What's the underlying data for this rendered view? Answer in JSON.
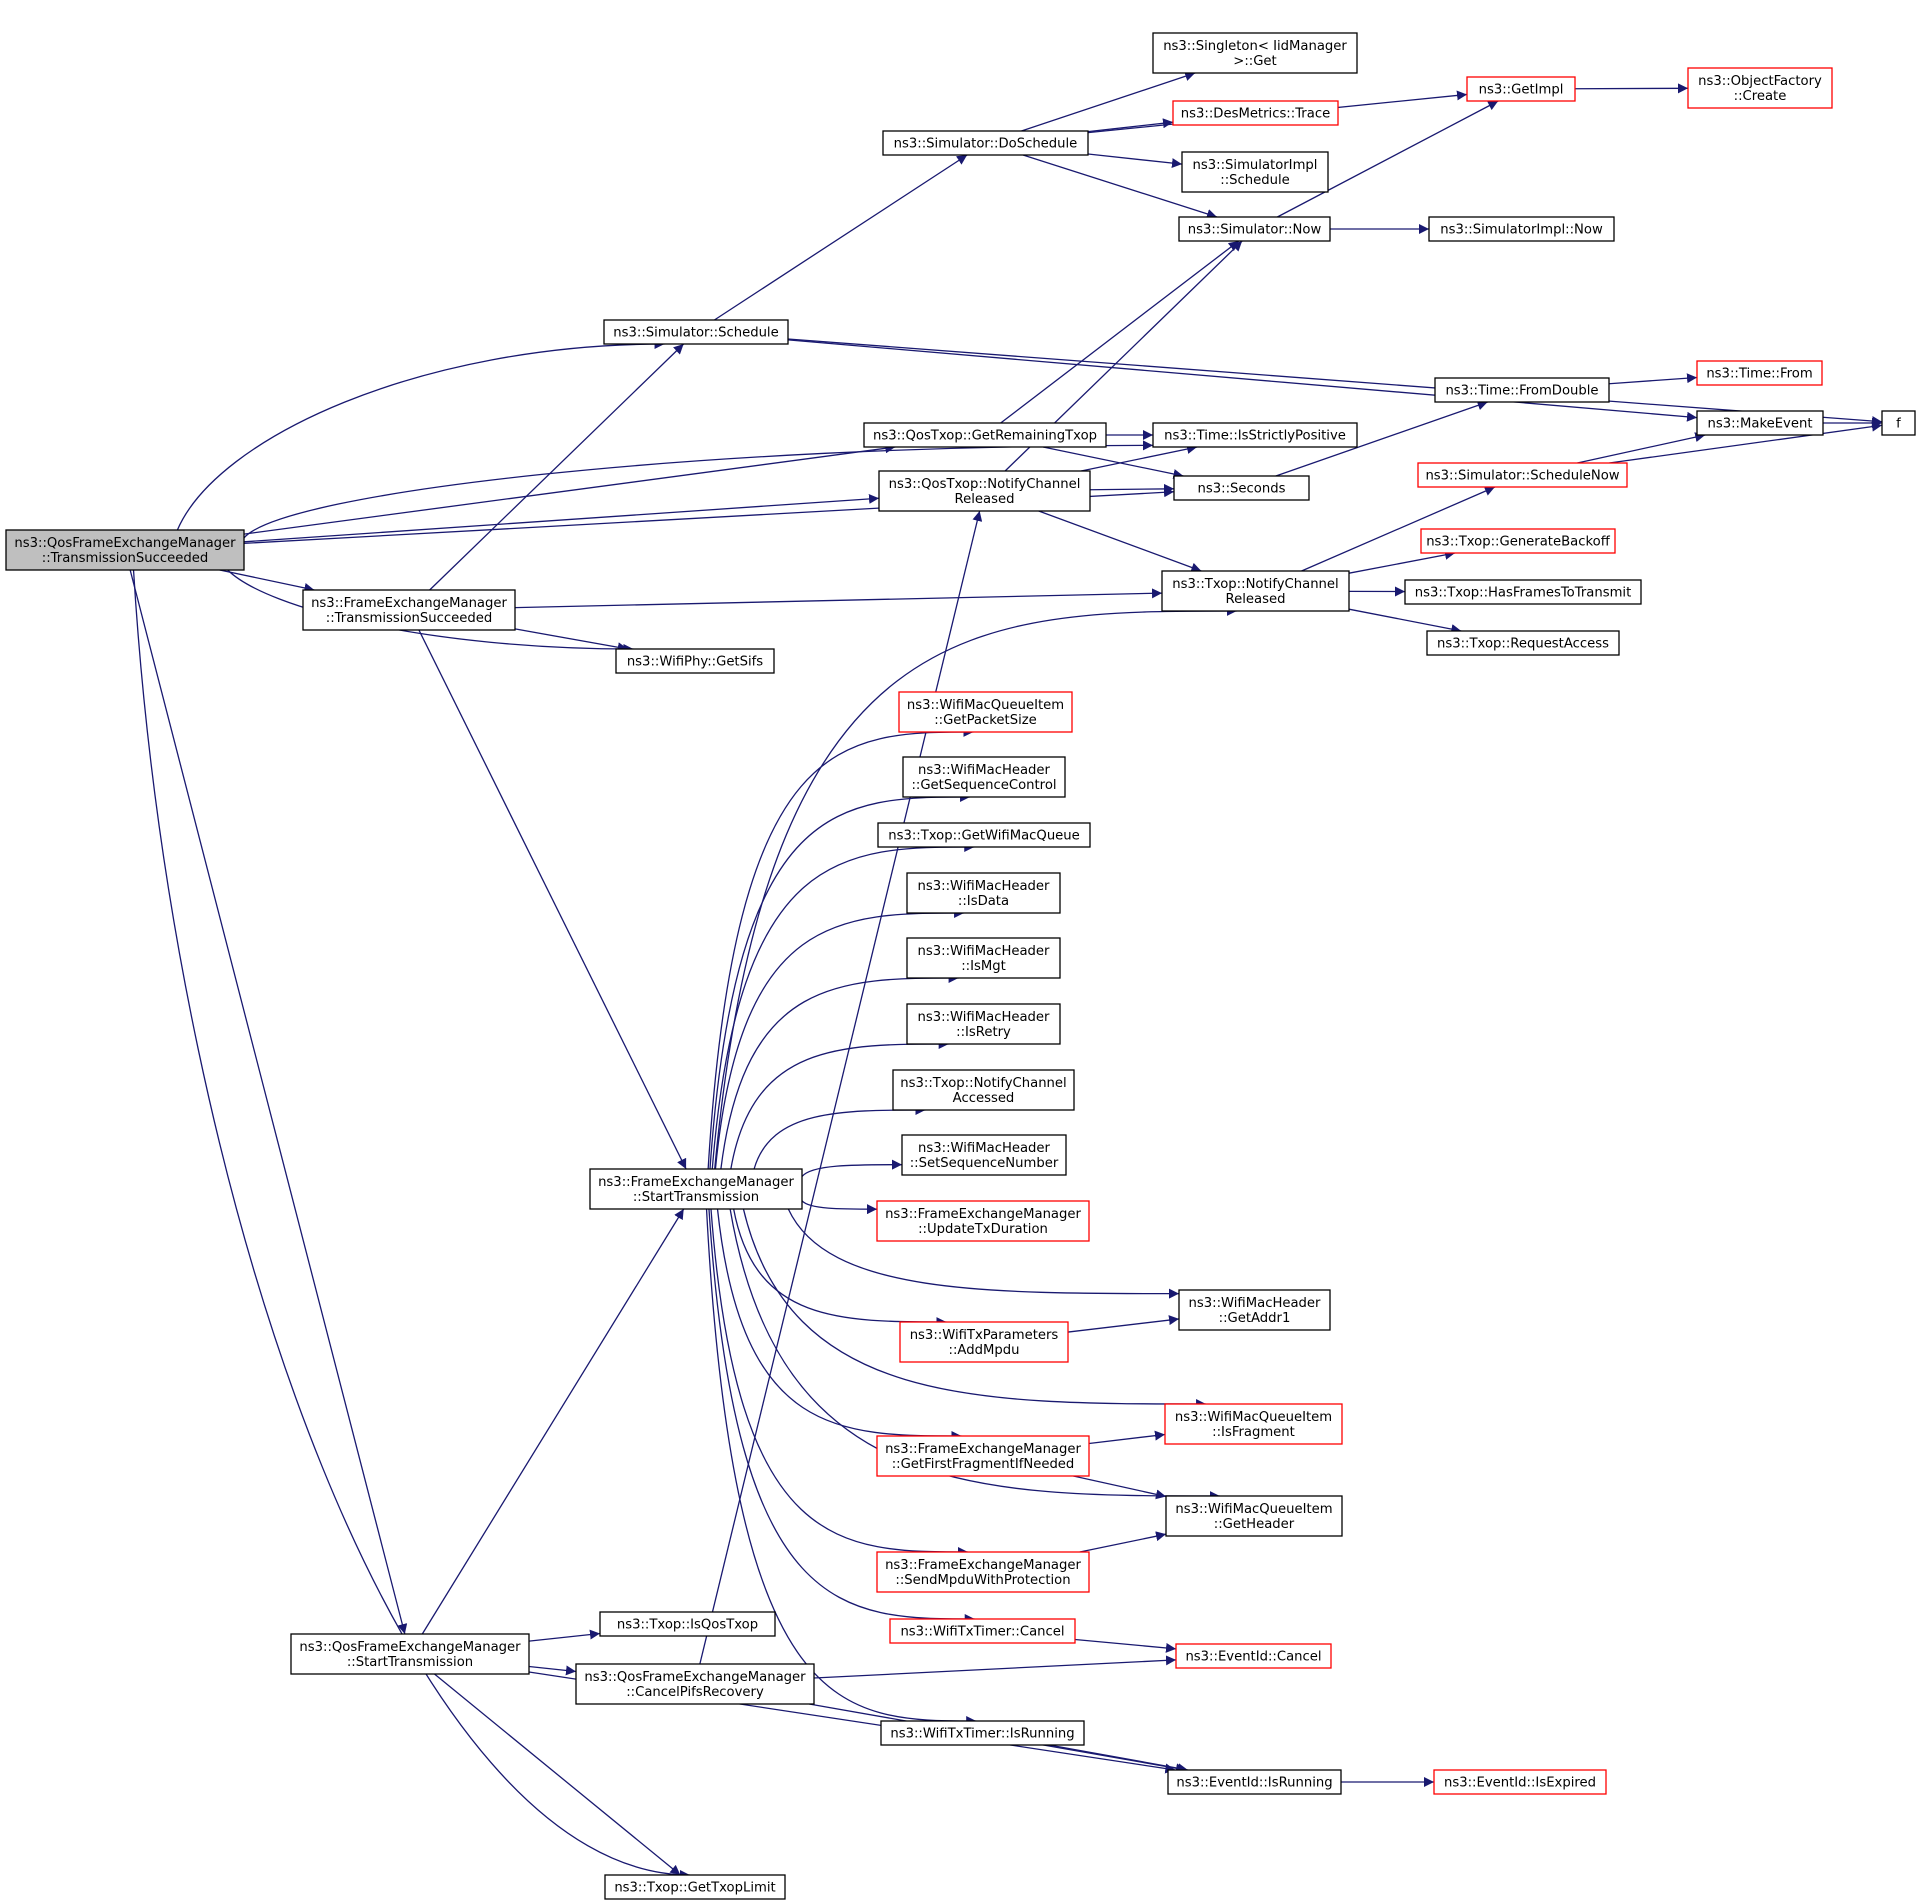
{
  "colors": {
    "edge": "#191970",
    "node_border": "#000000",
    "node_border_truncated": "#ff0000",
    "root_fill": "#bfbfbf",
    "node_fill": "#ffffff"
  },
  "nodes": [
    {
      "id": "root",
      "lines": [
        "ns3::QosFrameExchangeManager",
        "::TransmissionSucceeded"
      ],
      "style": "root"
    },
    {
      "id": "sim_schedule",
      "lines": [
        "ns3::Simulator::Schedule"
      ],
      "style": "normal"
    },
    {
      "id": "sim_doschedule",
      "lines": [
        "ns3::Simulator::DoSchedule"
      ],
      "style": "normal"
    },
    {
      "id": "singleton_get",
      "lines": [
        "ns3::Singleton< IidManager",
        " >::Get"
      ],
      "style": "normal"
    },
    {
      "id": "getimpl",
      "lines": [
        "ns3::GetImpl"
      ],
      "style": "truncated"
    },
    {
      "id": "objfactory_create",
      "lines": [
        "ns3::ObjectFactory",
        "::Create"
      ],
      "style": "truncated"
    },
    {
      "id": "desmetrics_trace",
      "lines": [
        "ns3::DesMetrics::Trace"
      ],
      "style": "truncated"
    },
    {
      "id": "simimpl_schedule",
      "lines": [
        "ns3::SimulatorImpl",
        "::Schedule"
      ],
      "style": "normal"
    },
    {
      "id": "sim_now",
      "lines": [
        "ns3::Simulator::Now"
      ],
      "style": "normal"
    },
    {
      "id": "simimpl_now",
      "lines": [
        "ns3::SimulatorImpl::Now"
      ],
      "style": "normal"
    },
    {
      "id": "f",
      "lines": [
        "f"
      ],
      "style": "normal"
    },
    {
      "id": "time_fromdouble",
      "lines": [
        "ns3::Time::FromDouble"
      ],
      "style": "normal"
    },
    {
      "id": "time_from",
      "lines": [
        "ns3::Time::From"
      ],
      "style": "truncated"
    },
    {
      "id": "makeevent",
      "lines": [
        "ns3::MakeEvent"
      ],
      "style": "normal"
    },
    {
      "id": "qostxop_getremaining",
      "lines": [
        "ns3::QosTxop::GetRemainingTxop"
      ],
      "style": "normal"
    },
    {
      "id": "time_isstrictlypositive",
      "lines": [
        "ns3::Time::IsStrictlyPositive"
      ],
      "style": "normal"
    },
    {
      "id": "qostxop_notify",
      "lines": [
        "ns3::QosTxop::NotifyChannel",
        "Released"
      ],
      "style": "normal"
    },
    {
      "id": "seconds",
      "lines": [
        "ns3::Seconds"
      ],
      "style": "normal"
    },
    {
      "id": "sim_schedulenow",
      "lines": [
        "ns3::Simulator::ScheduleNow"
      ],
      "style": "truncated"
    },
    {
      "id": "txop_notify",
      "lines": [
        "ns3::Txop::NotifyChannel",
        "Released"
      ],
      "style": "normal"
    },
    {
      "id": "txop_genbackoff",
      "lines": [
        "ns3::Txop::GenerateBackoff"
      ],
      "style": "truncated"
    },
    {
      "id": "txop_hasframes",
      "lines": [
        "ns3::Txop::HasFramesToTransmit"
      ],
      "style": "normal"
    },
    {
      "id": "txop_requestaccess",
      "lines": [
        "ns3::Txop::RequestAccess"
      ],
      "style": "normal"
    },
    {
      "id": "fem_txsucceeded",
      "lines": [
        "ns3::FrameExchangeManager",
        "::TransmissionSucceeded"
      ],
      "style": "normal"
    },
    {
      "id": "wifiphy_getsifs",
      "lines": [
        "ns3::WifiPhy::GetSifs"
      ],
      "style": "normal"
    },
    {
      "id": "wmqi_getpacketsize",
      "lines": [
        "ns3::WifiMacQueueItem",
        "::GetPacketSize"
      ],
      "style": "truncated"
    },
    {
      "id": "wmh_getseqctrl",
      "lines": [
        "ns3::WifiMacHeader",
        "::GetSequenceControl"
      ],
      "style": "normal"
    },
    {
      "id": "txop_getwifimacqueue",
      "lines": [
        "ns3::Txop::GetWifiMacQueue"
      ],
      "style": "normal"
    },
    {
      "id": "wmh_isdata",
      "lines": [
        "ns3::WifiMacHeader",
        "::IsData"
      ],
      "style": "normal"
    },
    {
      "id": "wmh_ismgt",
      "lines": [
        "ns3::WifiMacHeader",
        "::IsMgt"
      ],
      "style": "normal"
    },
    {
      "id": "wmh_isretry",
      "lines": [
        "ns3::WifiMacHeader",
        "::IsRetry"
      ],
      "style": "normal"
    },
    {
      "id": "txop_notifyaccessed",
      "lines": [
        "ns3::Txop::NotifyChannel",
        "Accessed"
      ],
      "style": "normal"
    },
    {
      "id": "wmh_setseqnum",
      "lines": [
        "ns3::WifiMacHeader",
        "::SetSequenceNumber"
      ],
      "style": "normal"
    },
    {
      "id": "fem_updatetxduration",
      "lines": [
        "ns3::FrameExchangeManager",
        "::UpdateTxDuration"
      ],
      "style": "truncated"
    },
    {
      "id": "fem_starttx",
      "lines": [
        "ns3::FrameExchangeManager",
        "::StartTransmission"
      ],
      "style": "normal"
    },
    {
      "id": "wmh_getaddr1",
      "lines": [
        "ns3::WifiMacHeader",
        "::GetAddr1"
      ],
      "style": "normal"
    },
    {
      "id": "wtp_addmpdu",
      "lines": [
        "ns3::WifiTxParameters",
        "::AddMpdu"
      ],
      "style": "truncated"
    },
    {
      "id": "wmqi_isfragment",
      "lines": [
        "ns3::WifiMacQueueItem",
        "::IsFragment"
      ],
      "style": "truncated"
    },
    {
      "id": "fem_getfirstfragment",
      "lines": [
        "ns3::FrameExchangeManager",
        "::GetFirstFragmentIfNeeded"
      ],
      "style": "truncated"
    },
    {
      "id": "wmqi_getheader",
      "lines": [
        "ns3::WifiMacQueueItem",
        "::GetHeader"
      ],
      "style": "normal"
    },
    {
      "id": "fem_sendmpdu",
      "lines": [
        "ns3::FrameExchangeManager",
        "::SendMpduWithProtection"
      ],
      "style": "truncated"
    },
    {
      "id": "txop_isqostxop",
      "lines": [
        "ns3::Txop::IsQosTxop"
      ],
      "style": "normal"
    },
    {
      "id": "qfem_starttx",
      "lines": [
        "ns3::QosFrameExchangeManager",
        "::StartTransmission"
      ],
      "style": "normal"
    },
    {
      "id": "wtt_cancel",
      "lines": [
        "ns3::WifiTxTimer::Cancel"
      ],
      "style": "truncated"
    },
    {
      "id": "eventid_cancel",
      "lines": [
        "ns3::EventId::Cancel"
      ],
      "style": "truncated"
    },
    {
      "id": "qfem_cancelpifs",
      "lines": [
        "ns3::QosFrameExchangeManager",
        "::CancelPifsRecovery"
      ],
      "style": "normal"
    },
    {
      "id": "wtt_isrunning",
      "lines": [
        "ns3::WifiTxTimer::IsRunning"
      ],
      "style": "normal"
    },
    {
      "id": "eventid_isrunning",
      "lines": [
        "ns3::EventId::IsRunning"
      ],
      "style": "normal"
    },
    {
      "id": "eventid_isexpired",
      "lines": [
        "ns3::EventId::IsExpired"
      ],
      "style": "truncated"
    },
    {
      "id": "txop_gettxoplimit",
      "lines": [
        "ns3::Txop::GetTxopLimit"
      ],
      "style": "normal"
    }
  ],
  "edges": [
    [
      "root",
      "sim_schedule"
    ],
    [
      "root",
      "time_isstrictlypositive"
    ],
    [
      "root",
      "qostxop_getremaining"
    ],
    [
      "root",
      "qostxop_notify"
    ],
    [
      "root",
      "seconds"
    ],
    [
      "root",
      "fem_txsucceeded"
    ],
    [
      "root",
      "wifiphy_getsifs"
    ],
    [
      "root",
      "qfem_starttx"
    ],
    [
      "root",
      "txop_gettxoplimit"
    ],
    [
      "sim_schedule",
      "sim_doschedule"
    ],
    [
      "sim_schedule",
      "f"
    ],
    [
      "sim_schedule",
      "makeevent"
    ],
    [
      "sim_doschedule",
      "getimpl"
    ],
    [
      "sim_doschedule",
      "singleton_get"
    ],
    [
      "sim_doschedule",
      "desmetrics_trace"
    ],
    [
      "sim_doschedule",
      "simimpl_schedule"
    ],
    [
      "sim_doschedule",
      "sim_now"
    ],
    [
      "getimpl",
      "objfactory_create"
    ],
    [
      "sim_now",
      "getimpl"
    ],
    [
      "sim_now",
      "simimpl_now"
    ],
    [
      "time_fromdouble",
      "time_from"
    ],
    [
      "makeevent",
      "f"
    ],
    [
      "qostxop_getremaining",
      "sim_now"
    ],
    [
      "qostxop_getremaining",
      "time_isstrictlypositive"
    ],
    [
      "qostxop_getremaining",
      "seconds"
    ],
    [
      "qostxop_notify",
      "sim_now"
    ],
    [
      "qostxop_notify",
      "time_isstrictlypositive"
    ],
    [
      "qostxop_notify",
      "seconds"
    ],
    [
      "qostxop_notify",
      "txop_notify"
    ],
    [
      "seconds",
      "time_fromdouble"
    ],
    [
      "sim_schedulenow",
      "makeevent"
    ],
    [
      "sim_schedulenow",
      "f"
    ],
    [
      "txop_notify",
      "sim_schedulenow"
    ],
    [
      "txop_notify",
      "txop_genbackoff"
    ],
    [
      "txop_notify",
      "txop_hasframes"
    ],
    [
      "txop_notify",
      "txop_requestaccess"
    ],
    [
      "fem_txsucceeded",
      "sim_schedule"
    ],
    [
      "fem_txsucceeded",
      "txop_notify"
    ],
    [
      "fem_txsucceeded",
      "wifiphy_getsifs"
    ],
    [
      "fem_txsucceeded",
      "fem_starttx"
    ],
    [
      "fem_starttx",
      "txop_notify"
    ],
    [
      "fem_starttx",
      "wmqi_getpacketsize"
    ],
    [
      "fem_starttx",
      "wmh_getseqctrl"
    ],
    [
      "fem_starttx",
      "txop_getwifimacqueue"
    ],
    [
      "fem_starttx",
      "wmh_isdata"
    ],
    [
      "fem_starttx",
      "wmh_ismgt"
    ],
    [
      "fem_starttx",
      "wmh_isretry"
    ],
    [
      "fem_starttx",
      "txop_notifyaccessed"
    ],
    [
      "fem_starttx",
      "wmh_setseqnum"
    ],
    [
      "fem_starttx",
      "fem_updatetxduration"
    ],
    [
      "fem_starttx",
      "wmh_getaddr1"
    ],
    [
      "fem_starttx",
      "wtp_addmpdu"
    ],
    [
      "fem_starttx",
      "wmqi_isfragment"
    ],
    [
      "fem_starttx",
      "fem_getfirstfragment"
    ],
    [
      "fem_starttx",
      "wmqi_getheader"
    ],
    [
      "fem_starttx",
      "fem_sendmpdu"
    ],
    [
      "fem_starttx",
      "wtt_cancel"
    ],
    [
      "fem_starttx",
      "wtt_isrunning"
    ],
    [
      "wtp_addmpdu",
      "wmh_getaddr1"
    ],
    [
      "fem_getfirstfragment",
      "wmqi_isfragment"
    ],
    [
      "fem_getfirstfragment",
      "wmqi_getheader"
    ],
    [
      "fem_sendmpdu",
      "wmqi_getheader"
    ],
    [
      "wtt_cancel",
      "eventid_cancel"
    ],
    [
      "wtt_isrunning",
      "eventid_isrunning"
    ],
    [
      "eventid_isrunning",
      "eventid_isexpired"
    ],
    [
      "qfem_starttx",
      "fem_starttx"
    ],
    [
      "qfem_starttx",
      "txop_isqostxop"
    ],
    [
      "qfem_starttx",
      "qfem_cancelpifs"
    ],
    [
      "qfem_starttx",
      "eventid_isrunning"
    ],
    [
      "qfem_starttx",
      "txop_gettxoplimit"
    ],
    [
      "qfem_cancelpifs",
      "qostxop_notify"
    ],
    [
      "qfem_cancelpifs",
      "eventid_cancel"
    ],
    [
      "qfem_cancelpifs",
      "eventid_isrunning"
    ]
  ]
}
